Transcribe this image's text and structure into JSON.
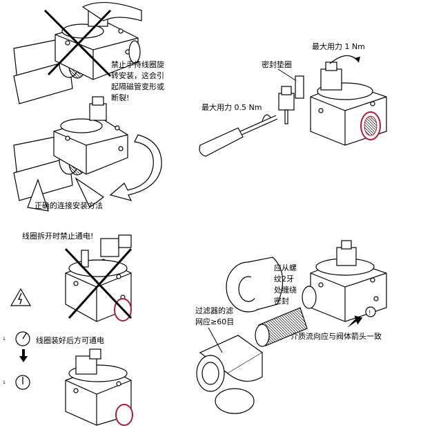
{
  "panel_top_left": {
    "warning_lines": [
      "禁止手持线圈旋",
      "转安装，这会引",
      "起隔磁管变形或",
      "断裂!"
    ],
    "correct_caption": "正确的连接安装方法"
  },
  "panel_top_right": {
    "max_torque_top": "最大用力  1 Nm",
    "gasket_label": "密封垫圈",
    "max_torque_screwdriver": "最大用力 0.5 Nm"
  },
  "panel_bottom_left": {
    "coil_warning": "线圈拆开时禁止通电!",
    "coil_ready": "线圈装好后方可通电",
    "small_marks": [
      "1",
      "1"
    ]
  },
  "panel_bottom_right": {
    "tape_lines": [
      "应从螺",
      "纹2牙",
      "处缠绕",
      "密封"
    ],
    "filter_lines": [
      "过滤器的滤",
      "网应≥60目"
    ],
    "flow_direction": "介质流向应与阀体箭头一致"
  },
  "colors": {
    "ink": "#000000",
    "brass_accent": "#b01a3a",
    "background": "#ffffff"
  }
}
